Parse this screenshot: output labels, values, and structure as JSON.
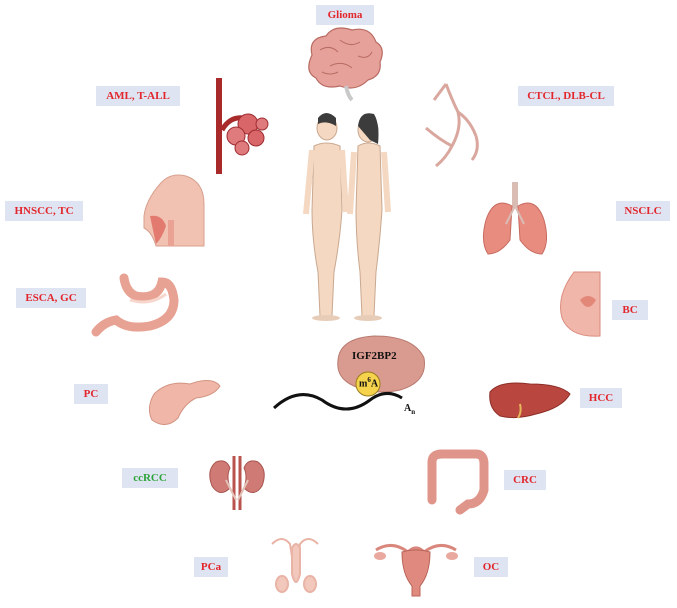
{
  "labels": {
    "glioma": "Glioma",
    "aml": "AML, T-ALL",
    "ctcl": "CTCL, DLB-CL",
    "hnscc": "HNSCC, TC",
    "nsclc": "NSCLC",
    "esca": "ESCA, GC",
    "bc": "BC",
    "pc": "PC",
    "hcc": "HCC",
    "ccrcc": "ccRCC",
    "crc": "CRC",
    "pca": "PCa",
    "oc": "OC"
  },
  "molecule": {
    "protein": "IGF2BP2",
    "mod_base": "m",
    "mod_sup": "6",
    "mod_letter": "A",
    "tail_base": "A",
    "tail_sub": "n"
  },
  "colors": {
    "label_bg": "#dfe4f3",
    "label_text": "#e2262b",
    "label_green": "#2fa33a",
    "protein": "#d99a8f",
    "m6a": "#f6d34d",
    "organ": "#e8a294"
  },
  "icons": [
    "brain-icon",
    "blood-vessel-icon",
    "lymph-vessel-icon",
    "head-section-icon",
    "lungs-icon",
    "stomach-icon",
    "breast-icon",
    "human-bodies-icon",
    "pancreas-icon",
    "liver-icon",
    "kidneys-icon",
    "colon-icon",
    "male-reproductive-icon",
    "uterus-icon"
  ]
}
